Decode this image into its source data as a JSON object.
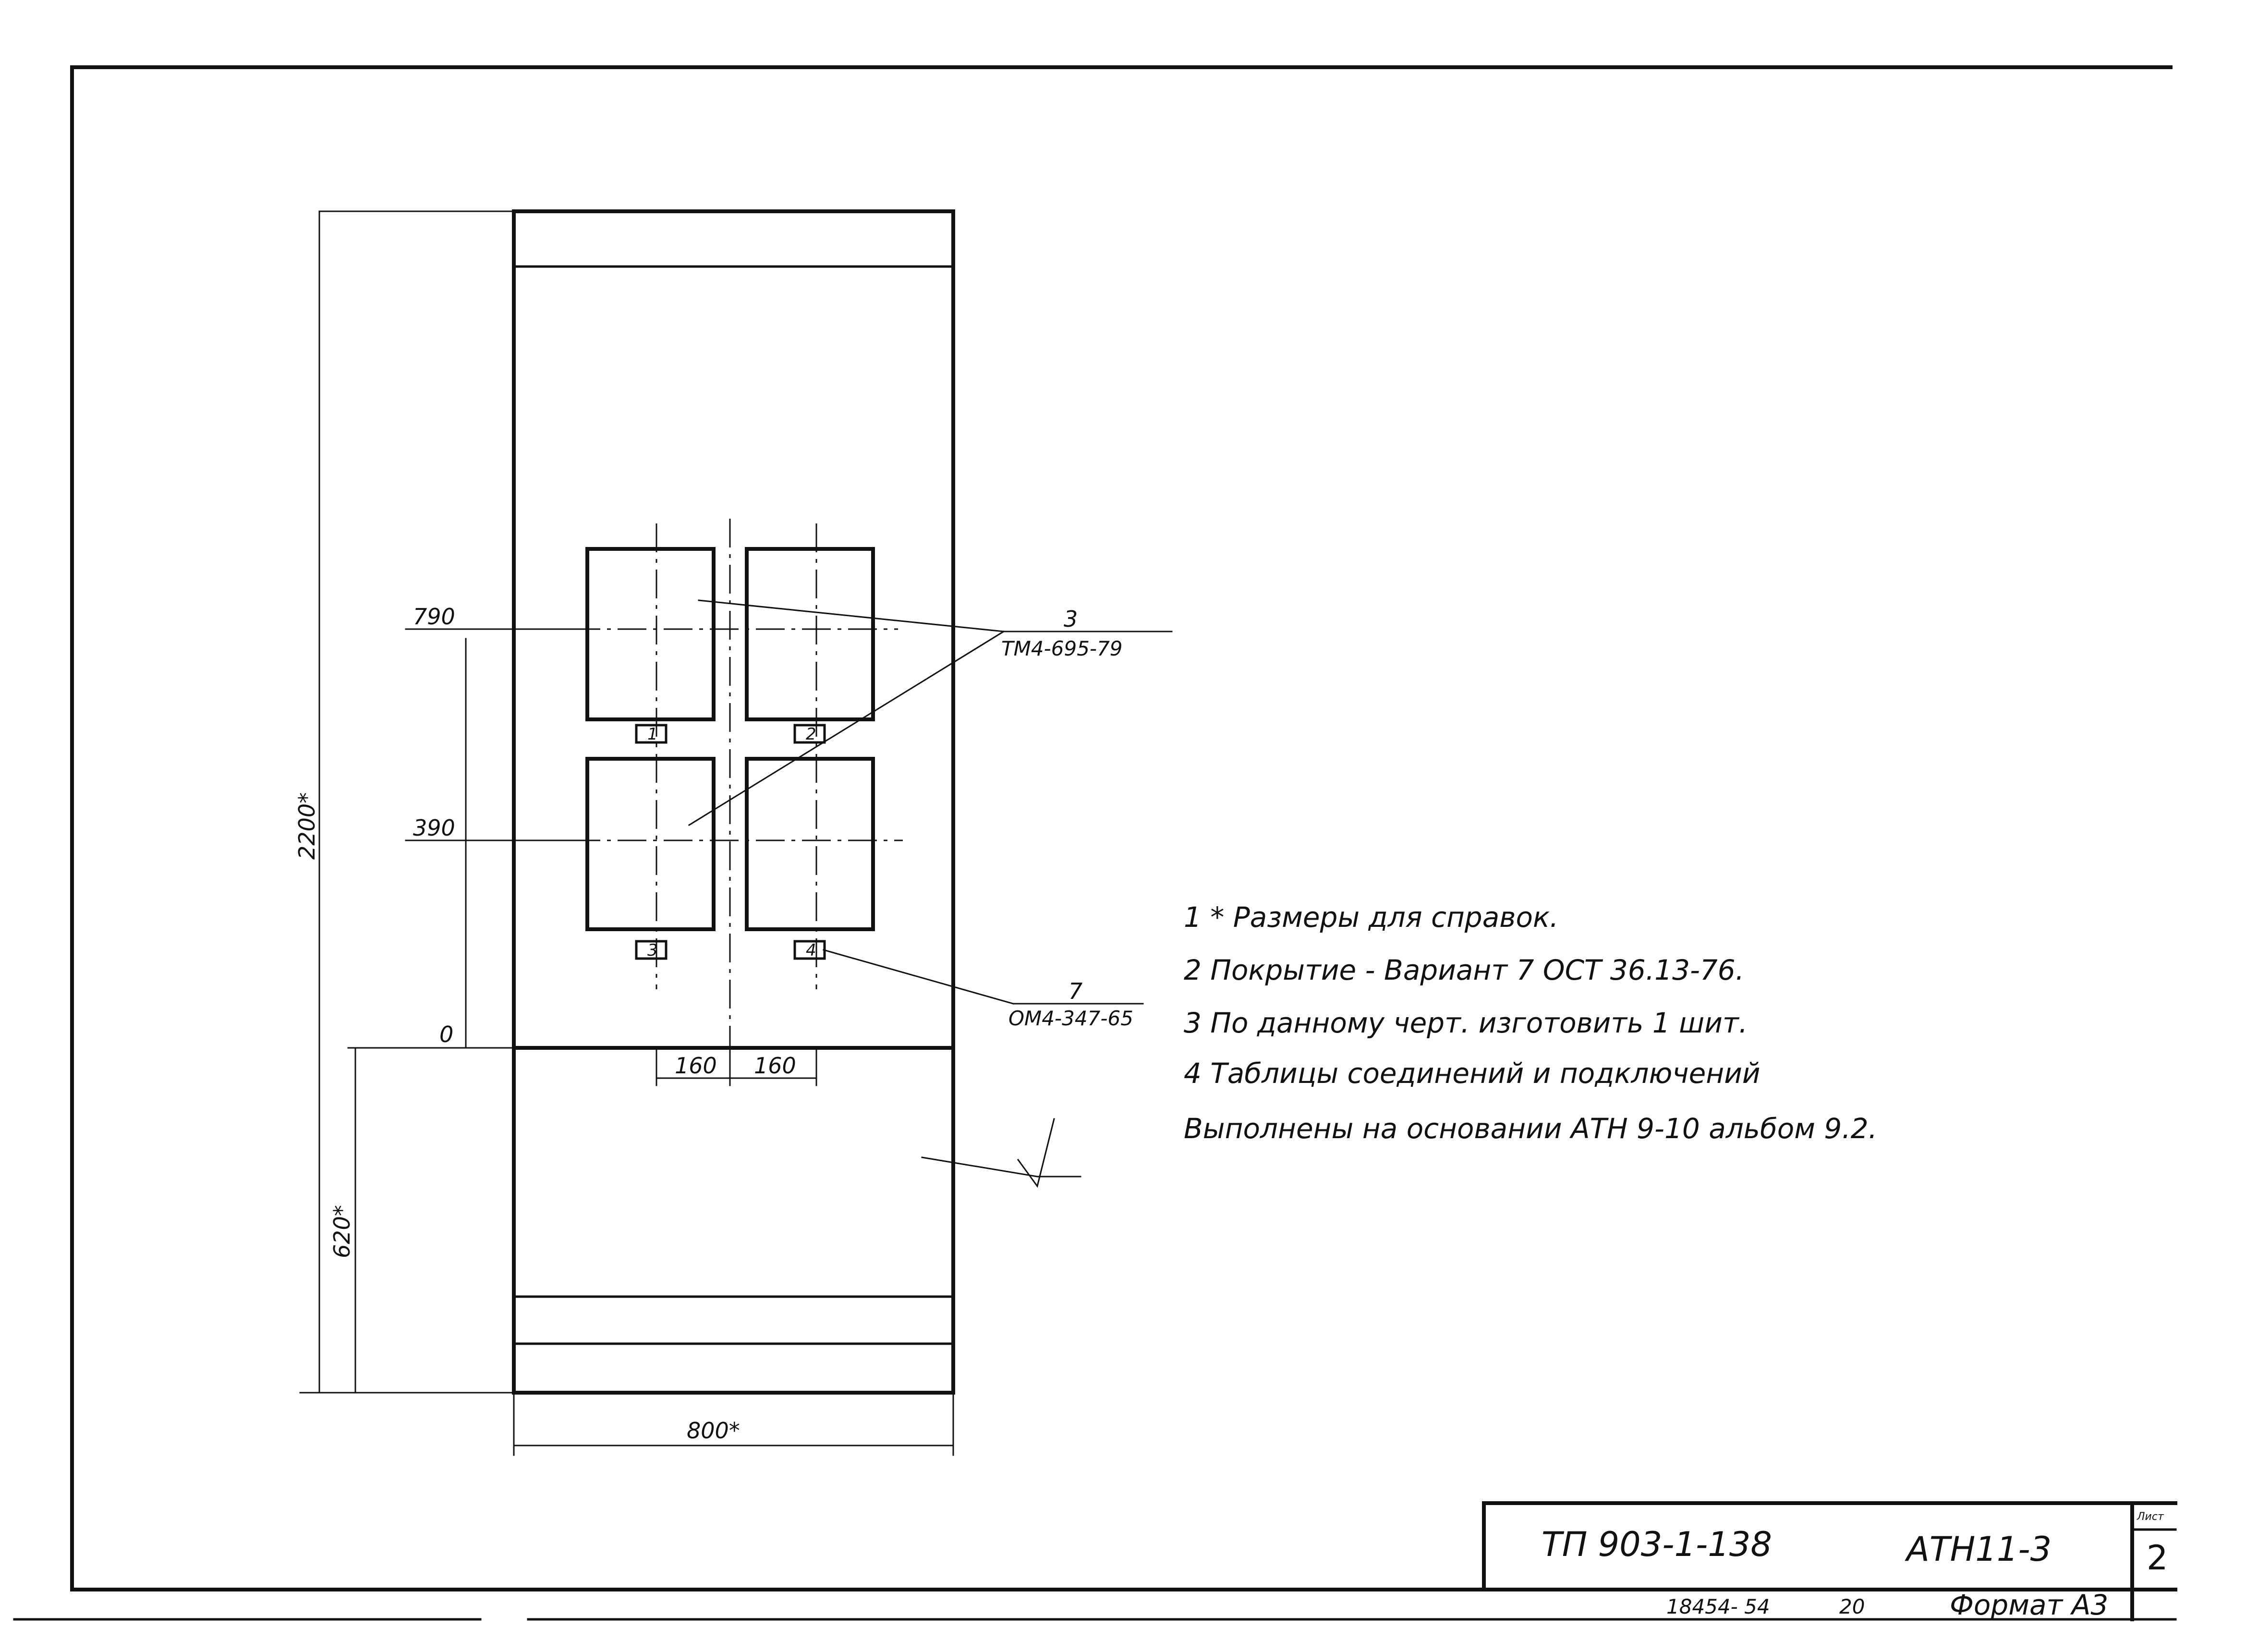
{
  "dimensions": {
    "height_total": "2200*",
    "height_base": "620*",
    "width_total": "800*",
    "level_top": "790",
    "level_mid": "390",
    "level_zero": "0",
    "spacing_left": "160",
    "spacing_right": "160"
  },
  "callouts": {
    "item3": {
      "number": "3",
      "code": "ТМ4-695-79"
    },
    "item7": {
      "number": "7",
      "code": "ОМ4-347-65"
    }
  },
  "device_tags": [
    "1",
    "2",
    "3",
    "4"
  ],
  "notes": [
    "1 * Размеры для справок.",
    "2  Покрытие - Вариант 7 ОСТ 36.13-76.",
    "3  По данному  черт. изготовить 1 шит.",
    "4  Таблицы  соединений  и  подключений",
    "Выполнены на основании АТН 9-10 альбом  9.2."
  ],
  "title_block": {
    "project_code": "ТП 903-1-138",
    "drawing_code": "АТН11-3",
    "sheet_label": "Лист",
    "sheet_number": "2",
    "archive_number": "18454- 54",
    "archive_suffix": "20",
    "format": "Формат А3"
  }
}
